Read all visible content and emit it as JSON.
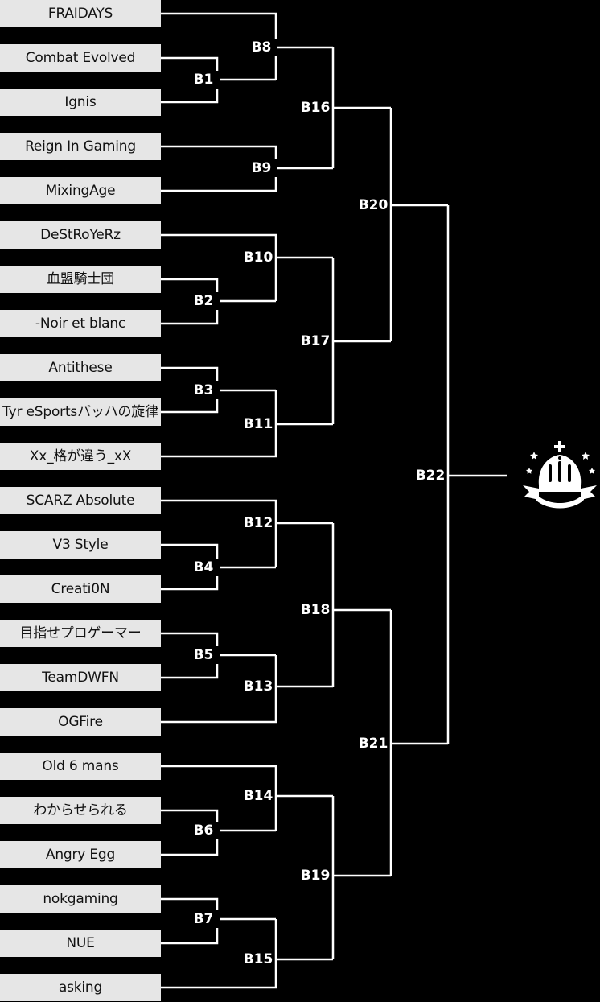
{
  "teams": [
    "FRAIDAYS",
    "Combat Evolved",
    "Ignis",
    "Reign In Gaming",
    "MixingAge",
    "DeStRoYeRz",
    "血盟騎士団",
    "-Noir et blanc",
    "Antithese",
    "Tyr eSportsバッハの旋律",
    "Xx_格が違う_xX",
    "SCARZ Absolute",
    "V3 Style",
    "Creati0N",
    "目指せプロゲーマー",
    "TeamDWFN",
    "OGFire",
    "Old 6 mans",
    "わからせられる",
    "Angry Egg",
    "nokgaming",
    "NUE",
    "asking"
  ],
  "matches": {
    "b1": "B1",
    "b2": "B2",
    "b3": "B3",
    "b4": "B4",
    "b5": "B5",
    "b6": "B6",
    "b7": "B7",
    "b8": "B8",
    "b9": "B9",
    "b10": "B10",
    "b11": "B11",
    "b12": "B12",
    "b13": "B13",
    "b14": "B14",
    "b15": "B15",
    "b16": "B16",
    "b17": "B17",
    "b18": "B18",
    "b19": "B19",
    "b20": "B20",
    "b21": "B21",
    "b22": "B22"
  },
  "champion_icon": "crown-icon",
  "colors": {
    "background": "#000000",
    "team_box": "#e6e6e6",
    "line": "#ffffff"
  }
}
